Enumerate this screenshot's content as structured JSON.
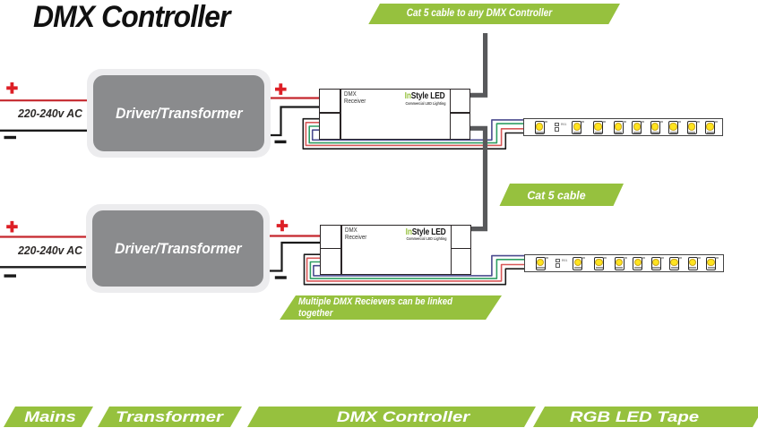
{
  "title": "DMX Controller",
  "banners": {
    "top": "Cat 5 cable to any DMX Controller",
    "middle": "Cat 5 cable",
    "bottom_line1": "Multiple DMX Recievers can be linked",
    "bottom_line2": "together"
  },
  "rows": [
    {
      "ac_label": "220-240v AC",
      "plus_symbol": "+",
      "minus_symbol": "−",
      "transformer_label": "Driver/Transformer",
      "receiver": {
        "name_line1": "DMX",
        "name_line2": "Receiver",
        "brand_prefix": "In",
        "brand_suffix": "Style LED",
        "brand_tagline": "Commercial LED Lighting"
      }
    },
    {
      "ac_label": "220-240v AC",
      "plus_symbol": "+",
      "minus_symbol": "−",
      "transformer_label": "Driver/Transformer",
      "receiver": {
        "name_line1": "DMX",
        "name_line2": "Receiver",
        "brand_prefix": "In",
        "brand_suffix": "Style LED",
        "brand_tagline": "Commercial LED Lighting"
      }
    }
  ],
  "tape": {
    "led_count": 9,
    "resistor_label": "R01"
  },
  "legend": [
    {
      "label": "Mains"
    },
    {
      "label": "Transformer"
    },
    {
      "label": "DMX Controller"
    },
    {
      "label": "RGB LED Tape"
    }
  ],
  "colors": {
    "green": "#96c13e",
    "transformer_gray": "#8a8b8d",
    "cable_gray": "#58595b",
    "wire_red": "#c5272d",
    "wire_black": "#1a1a1a",
    "rgb_wire_red": "#d85858",
    "rgb_wire_green": "#2f9e63",
    "rgb_wire_blue": "#4b4b8f",
    "led_yellow": "#ffe41e",
    "plus_red": "#dd1f26"
  }
}
